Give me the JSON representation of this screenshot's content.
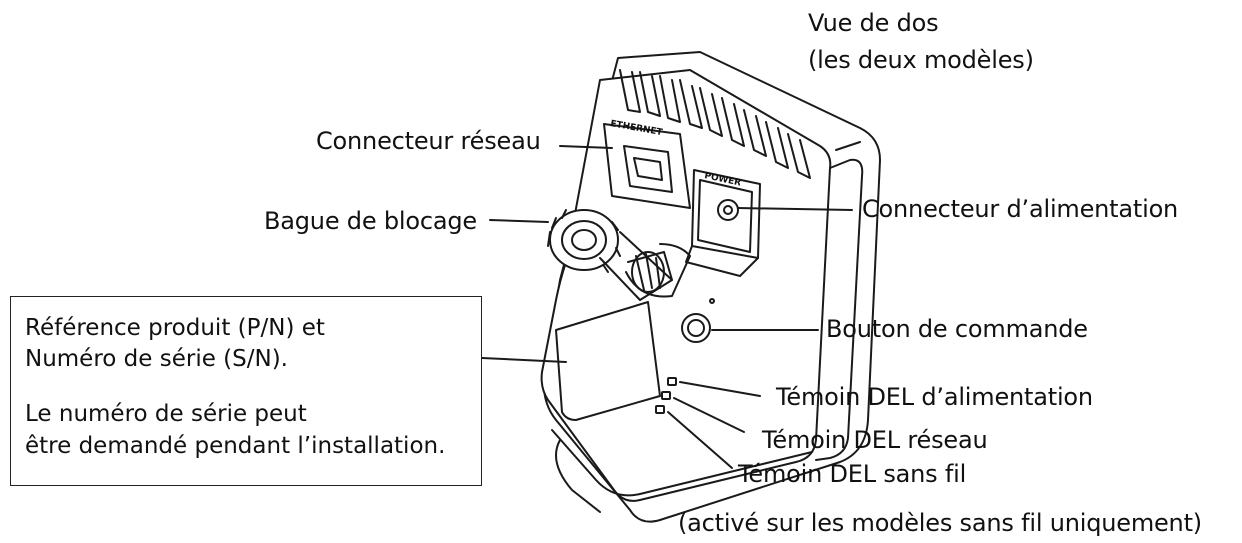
{
  "view_title": {
    "line1": "Vue de dos",
    "line2": "(les deux modèles)"
  },
  "callouts": {
    "network_connector": "Connecteur réseau",
    "locking_ring": "Bague de blocage",
    "power_connector": "Connecteur d’alimentation",
    "control_button": "Bouton de commande",
    "power_led": "Témoin DEL d’alimentation",
    "network_led": "Témoin DEL réseau",
    "wireless_led": "Témoin DEL sans fil",
    "wireless_note": "(activé sur les modèles sans fil uniquement)"
  },
  "device_labels": {
    "ethernet": "ETHERNET",
    "power": "POWER"
  },
  "note_box": {
    "line1": "Référence produit (P/N) et",
    "line2": "Numéro de série (S/N).",
    "line3": "Le numéro de série peut",
    "line4": "être demandé pendant l’installation."
  }
}
